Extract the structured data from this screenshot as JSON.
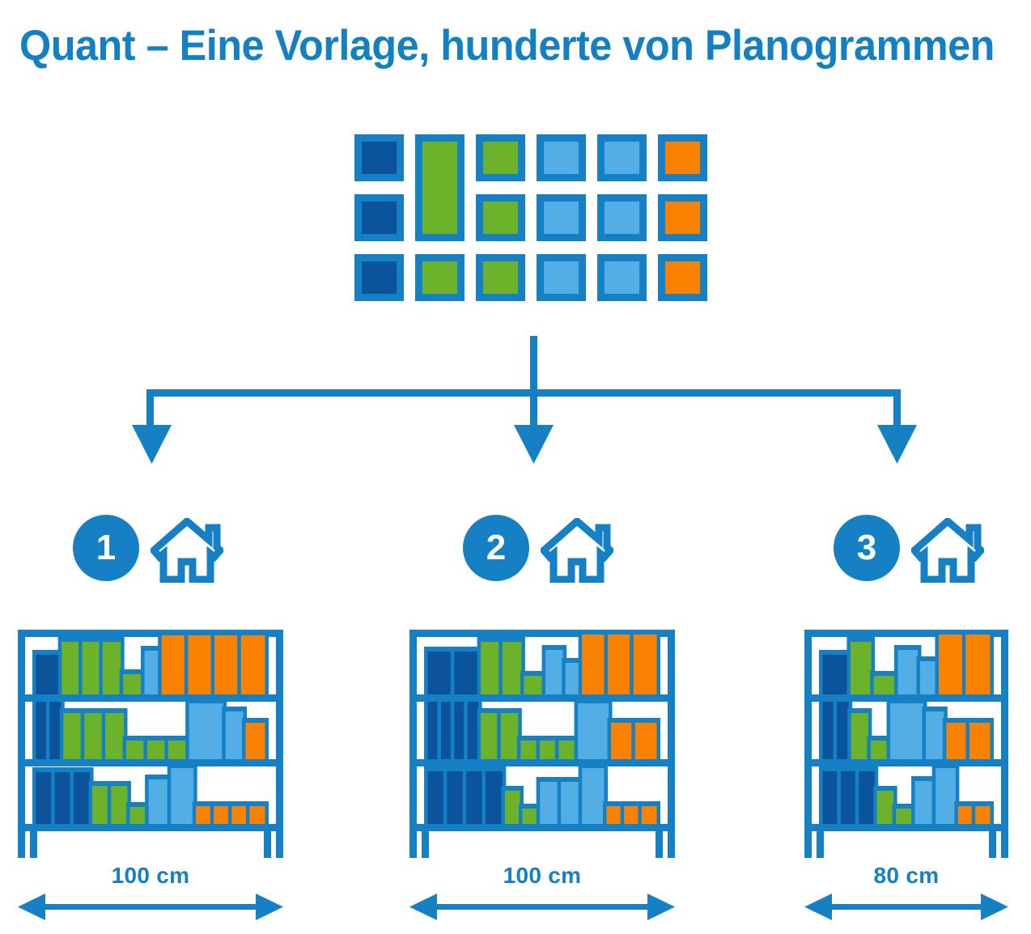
{
  "page": {
    "title": "Quant – Eine Vorlage, hunderte von Planogrammen",
    "background": "#FFFFFF"
  },
  "colors": {
    "brand_blue": "#1580C4",
    "dark_blue": "#0B539B",
    "green": "#6CB32B",
    "light_blue": "#52AEE4",
    "orange": "#FB8100",
    "white": "#FFFFFF"
  },
  "template_grid": {
    "name": "planogram-template",
    "rows": 3,
    "columns": 6,
    "cells": [
      {
        "row": 1,
        "col": 1,
        "color": "dark_blue",
        "span_rows": 1,
        "label": "dark-blue-swatch"
      },
      {
        "row": 1,
        "col": 2,
        "color": "green",
        "span_rows": 2,
        "label": "green-tall-swatch"
      },
      {
        "row": 1,
        "col": 3,
        "color": "green",
        "span_rows": 1,
        "label": "green-swatch"
      },
      {
        "row": 1,
        "col": 4,
        "color": "light_blue",
        "span_rows": 1,
        "label": "light-blue-swatch"
      },
      {
        "row": 1,
        "col": 5,
        "color": "light_blue",
        "span_rows": 1,
        "label": "light-blue-swatch"
      },
      {
        "row": 1,
        "col": 6,
        "color": "orange",
        "span_rows": 1,
        "label": "orange-swatch"
      },
      {
        "row": 2,
        "col": 1,
        "color": "dark_blue",
        "span_rows": 1,
        "label": "dark-blue-swatch"
      },
      {
        "row": 2,
        "col": 3,
        "color": "green",
        "span_rows": 1,
        "label": "green-swatch"
      },
      {
        "row": 2,
        "col": 4,
        "color": "light_blue",
        "span_rows": 1,
        "label": "light-blue-swatch"
      },
      {
        "row": 2,
        "col": 5,
        "color": "light_blue",
        "span_rows": 1,
        "label": "light-blue-swatch"
      },
      {
        "row": 2,
        "col": 6,
        "color": "orange",
        "span_rows": 1,
        "label": "orange-swatch"
      },
      {
        "row": 3,
        "col": 1,
        "color": "dark_blue",
        "span_rows": 1,
        "label": "dark-blue-swatch"
      },
      {
        "row": 3,
        "col": 2,
        "color": "green",
        "span_rows": 1,
        "label": "green-swatch"
      },
      {
        "row": 3,
        "col": 3,
        "color": "green",
        "span_rows": 1,
        "label": "green-swatch"
      },
      {
        "row": 3,
        "col": 4,
        "color": "light_blue",
        "span_rows": 1,
        "label": "light-blue-swatch"
      },
      {
        "row": 3,
        "col": 5,
        "color": "light_blue",
        "span_rows": 1,
        "label": "light-blue-swatch"
      },
      {
        "row": 3,
        "col": 6,
        "color": "orange",
        "span_rows": 1,
        "label": "orange-swatch"
      }
    ]
  },
  "connector": {
    "type": "one-to-many-arrow",
    "branches": 3,
    "arrow_color": "#1580C4"
  },
  "stores": [
    {
      "number": "1",
      "icon": "house-icon",
      "width_label": "100 cm",
      "shelf_count": 3,
      "shelves": [
        {
          "index": 1,
          "items": [
            {
              "color": "dark_blue",
              "w": 30,
              "h": 52
            },
            {
              "color": "green",
              "w": 24,
              "h": 68
            },
            {
              "color": "green",
              "w": 24,
              "h": 68
            },
            {
              "color": "green",
              "w": 24,
              "h": 68
            },
            {
              "color": "green",
              "w": 25,
              "h": 28
            },
            {
              "color": "light_blue",
              "w": 20,
              "h": 57
            },
            {
              "color": "orange",
              "w": 31,
              "h": 76
            },
            {
              "color": "orange",
              "w": 31,
              "h": 76
            },
            {
              "color": "orange",
              "w": 31,
              "h": 76
            },
            {
              "color": "orange",
              "w": 31,
              "h": 76
            }
          ]
        },
        {
          "index": 2,
          "items": [
            {
              "color": "dark_blue",
              "w": 15,
              "h": 76
            },
            {
              "color": "dark_blue",
              "w": 15,
              "h": 76
            },
            {
              "color": "green",
              "w": 23,
              "h": 60
            },
            {
              "color": "green",
              "w": 23,
              "h": 60
            },
            {
              "color": "green",
              "w": 23,
              "h": 60
            },
            {
              "color": "green",
              "w": 23,
              "h": 26
            },
            {
              "color": "green",
              "w": 23,
              "h": 26
            },
            {
              "color": "green",
              "w": 23,
              "h": 26
            },
            {
              "color": "light_blue",
              "w": 40,
              "h": 72
            },
            {
              "color": "light_blue",
              "w": 22,
              "h": 62
            },
            {
              "color": "orange",
              "w": 24,
              "h": 48
            }
          ]
        },
        {
          "index": 3,
          "items": [
            {
              "color": "dark_blue",
              "w": 21,
              "h": 67
            },
            {
              "color": "dark_blue",
              "w": 21,
              "h": 67
            },
            {
              "color": "dark_blue",
              "w": 21,
              "h": 67
            },
            {
              "color": "green",
              "w": 21,
              "h": 50
            },
            {
              "color": "green",
              "w": 21,
              "h": 50
            },
            {
              "color": "green",
              "w": 21,
              "h": 24
            },
            {
              "color": "light_blue",
              "w": 25,
              "h": 58
            },
            {
              "color": "light_blue",
              "w": 28,
              "h": 72
            },
            {
              "color": "orange",
              "w": 20,
              "h": 25
            },
            {
              "color": "orange",
              "w": 20,
              "h": 25
            },
            {
              "color": "orange",
              "w": 20,
              "h": 25
            },
            {
              "color": "orange",
              "w": 20,
              "h": 25
            }
          ]
        }
      ]
    },
    {
      "number": "2",
      "icon": "house-icon",
      "width_label": "100 cm",
      "shelf_count": 3,
      "shelves": [
        {
          "index": 1,
          "items": [
            {
              "color": "dark_blue",
              "w": 32,
              "h": 56
            },
            {
              "color": "dark_blue",
              "w": 32,
              "h": 56
            },
            {
              "color": "green",
              "w": 26,
              "h": 68
            },
            {
              "color": "green",
              "w": 26,
              "h": 68
            },
            {
              "color": "green",
              "w": 26,
              "h": 26
            },
            {
              "color": "light_blue",
              "w": 24,
              "h": 58
            },
            {
              "color": "light_blue",
              "w": 20,
              "h": 42
            },
            {
              "color": "orange",
              "w": 31,
              "h": 77
            },
            {
              "color": "orange",
              "w": 31,
              "h": 77
            },
            {
              "color": "orange",
              "w": 31,
              "h": 77
            }
          ]
        },
        {
          "index": 2,
          "items": [
            {
              "color": "dark_blue",
              "w": 16,
              "h": 76
            },
            {
              "color": "dark_blue",
              "w": 16,
              "h": 76
            },
            {
              "color": "dark_blue",
              "w": 16,
              "h": 76
            },
            {
              "color": "dark_blue",
              "w": 16,
              "h": 76
            },
            {
              "color": "green",
              "w": 24,
              "h": 60
            },
            {
              "color": "green",
              "w": 24,
              "h": 60
            },
            {
              "color": "green",
              "w": 23,
              "h": 26
            },
            {
              "color": "green",
              "w": 23,
              "h": 26
            },
            {
              "color": "green",
              "w": 23,
              "h": 26
            },
            {
              "color": "light_blue",
              "w": 40,
              "h": 72
            },
            {
              "color": "orange",
              "w": 29,
              "h": 48
            },
            {
              "color": "orange",
              "w": 29,
              "h": 48
            }
          ]
        },
        {
          "index": 3,
          "items": [
            {
              "color": "dark_blue",
              "w": 22,
              "h": 68
            },
            {
              "color": "dark_blue",
              "w": 22,
              "h": 68
            },
            {
              "color": "dark_blue",
              "w": 22,
              "h": 68
            },
            {
              "color": "dark_blue",
              "w": 22,
              "h": 68
            },
            {
              "color": "green",
              "w": 20,
              "h": 44
            },
            {
              "color": "green",
              "w": 20,
              "h": 22
            },
            {
              "color": "light_blue",
              "w": 24,
              "h": 55
            },
            {
              "color": "light_blue",
              "w": 24,
              "h": 55
            },
            {
              "color": "light_blue",
              "w": 28,
              "h": 72
            },
            {
              "color": "orange",
              "w": 20,
              "h": 25
            },
            {
              "color": "orange",
              "w": 20,
              "h": 25
            },
            {
              "color": "orange",
              "w": 20,
              "h": 25
            }
          ]
        }
      ]
    },
    {
      "number": "3",
      "icon": "house-icon",
      "width_label": "80 cm",
      "shelf_count": 3,
      "shelves": [
        {
          "index": 1,
          "items": [
            {
              "color": "dark_blue",
              "w": 30,
              "h": 52
            },
            {
              "color": "green",
              "w": 25,
              "h": 68
            },
            {
              "color": "green",
              "w": 26,
              "h": 26
            },
            {
              "color": "light_blue",
              "w": 24,
              "h": 58
            },
            {
              "color": "light_blue",
              "w": 20,
              "h": 44
            },
            {
              "color": "orange",
              "w": 29,
              "h": 77
            },
            {
              "color": "orange",
              "w": 29,
              "h": 77
            }
          ]
        },
        {
          "index": 2,
          "items": [
            {
              "color": "dark_blue",
              "w": 16,
              "h": 76
            },
            {
              "color": "dark_blue",
              "w": 16,
              "h": 76
            },
            {
              "color": "green",
              "w": 22,
              "h": 60
            },
            {
              "color": "green",
              "w": 22,
              "h": 26
            },
            {
              "color": "light_blue",
              "w": 40,
              "h": 72
            },
            {
              "color": "light_blue",
              "w": 23,
              "h": 62
            },
            {
              "color": "orange",
              "w": 26,
              "h": 48
            },
            {
              "color": "orange",
              "w": 26,
              "h": 48
            }
          ]
        },
        {
          "index": 3,
          "items": [
            {
              "color": "dark_blue",
              "w": 21,
              "h": 68
            },
            {
              "color": "dark_blue",
              "w": 21,
              "h": 68
            },
            {
              "color": "dark_blue",
              "w": 21,
              "h": 68
            },
            {
              "color": "green",
              "w": 22,
              "h": 44
            },
            {
              "color": "green",
              "w": 22,
              "h": 22
            },
            {
              "color": "light_blue",
              "w": 24,
              "h": 56
            },
            {
              "color": "light_blue",
              "w": 26,
              "h": 72
            },
            {
              "color": "orange",
              "w": 20,
              "h": 25
            },
            {
              "color": "orange",
              "w": 20,
              "h": 25
            }
          ]
        }
      ]
    }
  ]
}
